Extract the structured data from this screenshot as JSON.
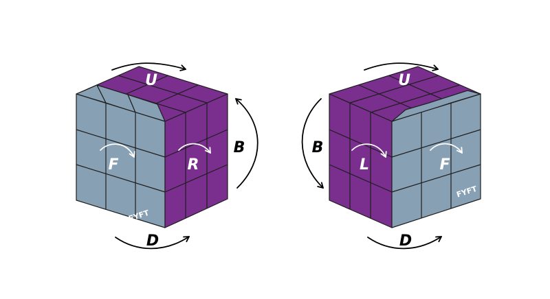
{
  "colors": {
    "purple": "#7a2e8e",
    "blue_gray": "#87a0b4",
    "background": "#ffffff"
  },
  "brand_text": "FYFT",
  "cube_left": {
    "face_labels": {
      "top": "U",
      "front": "F",
      "right": "R",
      "back": "B",
      "bottom": "D"
    }
  },
  "cube_right": {
    "face_labels": {
      "top": "U",
      "left": "L",
      "front": "F",
      "back": "B",
      "bottom": "D"
    }
  },
  "icons": [
    "curved-arrow-icon"
  ]
}
